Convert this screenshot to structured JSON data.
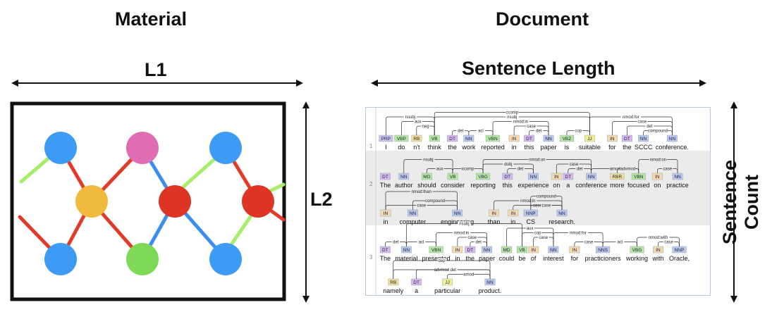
{
  "panels": {
    "material": {
      "title": "Material",
      "width_label": "L1",
      "height_label": "L2",
      "colors": {
        "blue": "#3d9bf5",
        "pink": "#e06cb3",
        "yellow": "#f0bb3c",
        "red": "#de3426",
        "green": "#7ed957",
        "lime": "#a6ee6a",
        "bond_red": "#e23a2a",
        "bond_blue": "#3b8df2"
      }
    },
    "document": {
      "title": "Document",
      "width_label": "Sentence Length",
      "height_label": "Sentence Count",
      "sentences": [
        {
          "number": "1",
          "tokens": [
            {
              "tag": "PRP",
              "word": "I"
            },
            {
              "tag": "VBP",
              "word": "do"
            },
            {
              "tag": "RB",
              "word": "n't"
            },
            {
              "tag": "VB",
              "word": "think"
            },
            {
              "tag": "DT",
              "word": "the"
            },
            {
              "tag": "NN",
              "word": "work"
            },
            {
              "tag": "VBN",
              "word": "reported"
            },
            {
              "tag": "IN",
              "word": "in"
            },
            {
              "tag": "DT",
              "word": "this"
            },
            {
              "tag": "NN",
              "word": "paper"
            },
            {
              "tag": "VBZ",
              "word": "is"
            },
            {
              "tag": "JJ",
              "word": "suitable"
            },
            {
              "tag": "IN",
              "word": "for"
            },
            {
              "tag": "DT",
              "word": "the"
            },
            {
              "tag": "NN",
              "word": "SCCC"
            },
            {
              "tag": "NN",
              "word": "conference."
            }
          ],
          "arcs": [
            "ccomp",
            "nsubj",
            "aux",
            "neg",
            "nsubj",
            "det",
            "acl",
            "nmod:in",
            "case",
            "det",
            "cop",
            "nmod:for",
            "case",
            "det",
            "compound"
          ]
        },
        {
          "number": "2",
          "tokens": [
            {
              "tag": "DT",
              "word": "The"
            },
            {
              "tag": "NN",
              "word": "author"
            },
            {
              "tag": "MD",
              "word": "should"
            },
            {
              "tag": "VB",
              "word": "consider"
            },
            {
              "tag": "VBG",
              "word": "reporting"
            },
            {
              "tag": "DT",
              "word": "this"
            },
            {
              "tag": "NN",
              "word": "experience"
            },
            {
              "tag": "IN",
              "word": "on"
            },
            {
              "tag": "DT",
              "word": "a"
            },
            {
              "tag": "NN",
              "word": "conference"
            },
            {
              "tag": "RBR",
              "word": "more"
            },
            {
              "tag": "VBN",
              "word": "focused"
            },
            {
              "tag": "IN",
              "word": "on"
            },
            {
              "tag": "NN",
              "word": "practice"
            },
            {
              "tag": "IN",
              "word": "in"
            },
            {
              "tag": "NN",
              "word": "computer"
            },
            {
              "tag": "NN",
              "word": "engineering"
            },
            {
              "tag": "IN",
              "word": "than"
            },
            {
              "tag": "IN",
              "word": "in"
            },
            {
              "tag": "NNP",
              "word": "CS"
            },
            {
              "tag": "NN",
              "word": "research."
            }
          ],
          "arcs": [
            "nsubj",
            "aux",
            "xcomp",
            "dobj",
            "det",
            "nmod:on",
            "case",
            "det",
            "amod",
            "advmod",
            "nmod:than",
            "nmod:in",
            "nmod:on",
            "case",
            "case",
            "nmod:than",
            "compound",
            "nmod:in",
            "case",
            "case",
            "compound"
          ]
        },
        {
          "number": "3",
          "tokens": [
            {
              "tag": "DT",
              "word": "The"
            },
            {
              "tag": "NN",
              "word": "material"
            },
            {
              "tag": "VBN",
              "word": "presented"
            },
            {
              "tag": "IN",
              "word": "in"
            },
            {
              "tag": "DT",
              "word": "the"
            },
            {
              "tag": "NN",
              "word": "paper"
            },
            {
              "tag": "MD",
              "word": "could"
            },
            {
              "tag": "VB",
              "word": "be"
            },
            {
              "tag": "IN",
              "word": "of"
            },
            {
              "tag": "NN",
              "word": "interest"
            },
            {
              "tag": "IN",
              "word": "for"
            },
            {
              "tag": "NNS",
              "word": "practicioners"
            },
            {
              "tag": "VBG",
              "word": "working"
            },
            {
              "tag": "IN",
              "word": "with"
            },
            {
              "tag": "NNP",
              "word": "Oracle,"
            },
            {
              "tag": "RB",
              "word": "namely"
            },
            {
              "tag": "DT",
              "word": "a"
            },
            {
              "tag": "JJ",
              "word": "particular"
            },
            {
              "tag": "NN",
              "word": "product."
            }
          ],
          "arcs": [
            "nsubj",
            "det",
            "acl",
            "nmod:in",
            "case",
            "det",
            "aux",
            "cop",
            "case",
            "nmod:for",
            "case",
            "acl",
            "nmod:with",
            "case",
            "dep",
            "advmod",
            "advmod",
            "dep",
            "det",
            "amod"
          ]
        }
      ]
    }
  },
  "tag_colors": {
    "PRP": "#c8c3f0",
    "VBP": "#b6e6a4",
    "RB": "#f3df9d",
    "VB": "#b6e6a4",
    "DT": "#d7b8f0",
    "NN": "#b9c7f0",
    "VBN": "#b6e6a4",
    "IN": "#f5d9b0",
    "VBZ": "#b6e6a4",
    "JJ": "#f3ee9a",
    "MD": "#b6e6a4",
    "VBG": "#b6e6a4",
    "RBR": "#f3df9d",
    "NNP": "#b9c7f0",
    "NNS": "#b9c7f0"
  }
}
